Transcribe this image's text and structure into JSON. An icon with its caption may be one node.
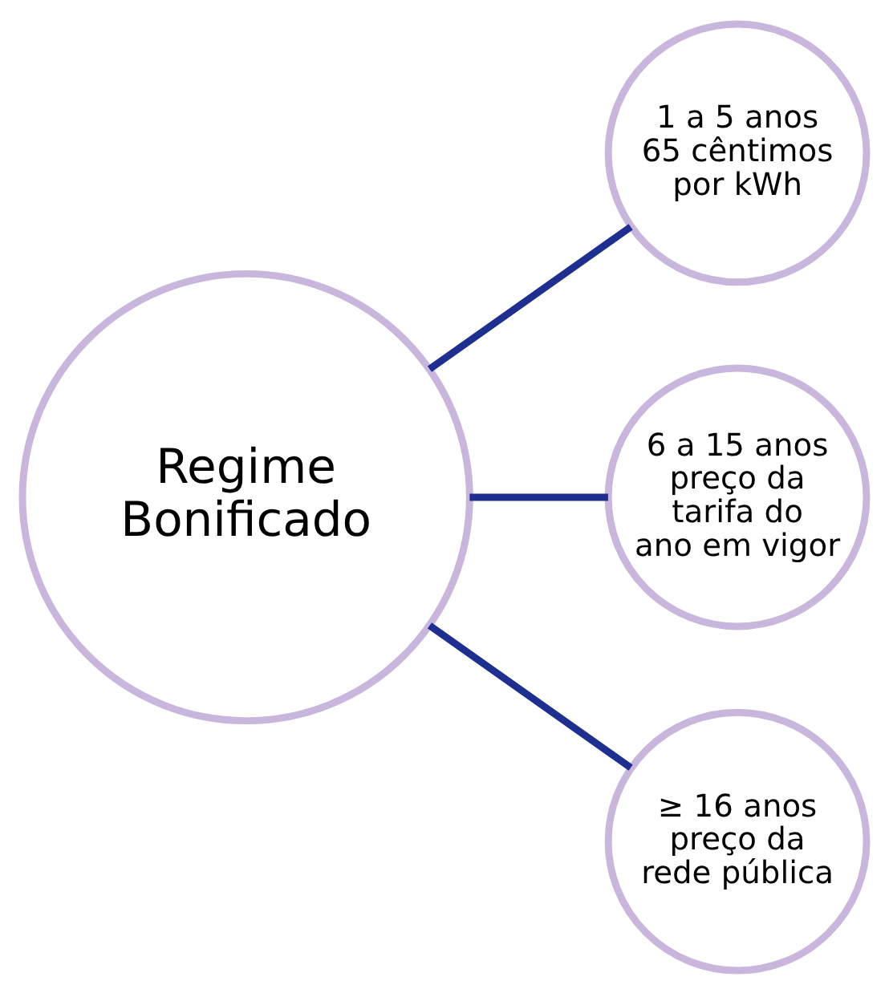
{
  "diagram": {
    "nodes": [
      {
        "text": [
          "Regime Bonificado"
        ]
      },
      {
        "text": [
          "1 a 5 anos 65 cêntimos por kWh"
        ]
      },
      {
        "text": [
          "6 a 15 anos preço da tarifa do ano em vigor"
        ]
      },
      {
        "text": [
          "≥ 16 anos preço da rede pública"
        ]
      }
    ],
    "edges": [
      {
        "from": 0,
        "to": 1,
        "arrow": "none"
      },
      {
        "from": 0,
        "to": 2,
        "arrow": "none"
      },
      {
        "from": 0,
        "to": 3,
        "arrow": "none"
      }
    ]
  }
}
